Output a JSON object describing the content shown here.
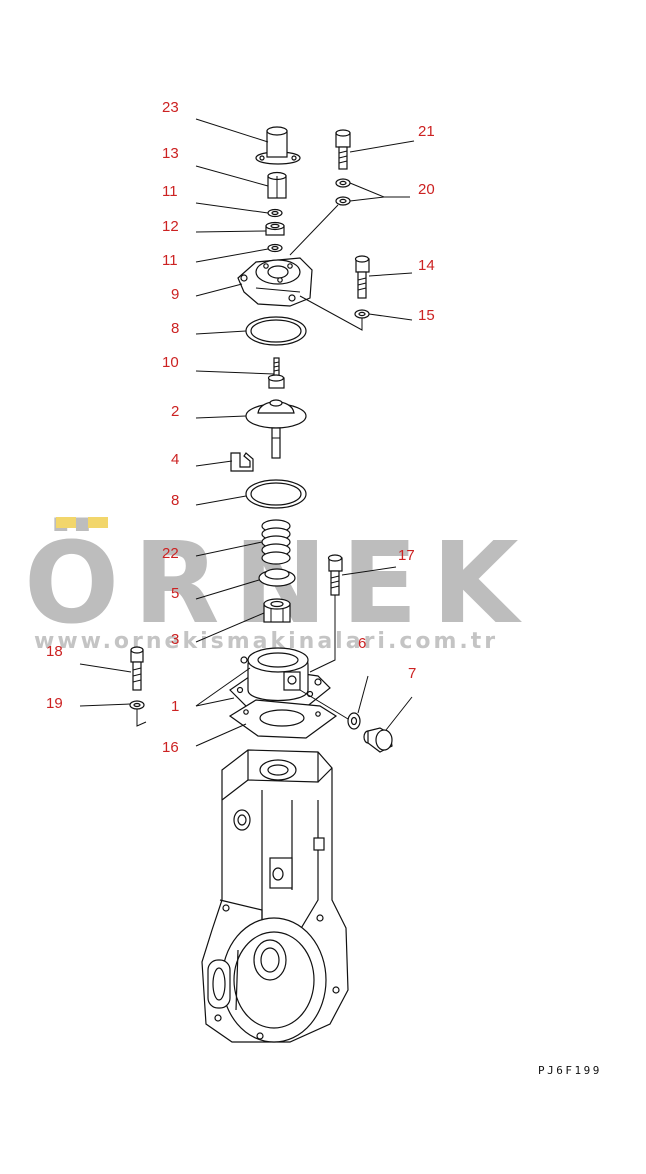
{
  "diagram": {
    "callouts": [
      {
        "id": "23",
        "label": "23"
      },
      {
        "id": "13",
        "label": "13"
      },
      {
        "id": "11a",
        "label": "11"
      },
      {
        "id": "12",
        "label": "12"
      },
      {
        "id": "11b",
        "label": "11"
      },
      {
        "id": "9",
        "label": "9"
      },
      {
        "id": "8a",
        "label": "8"
      },
      {
        "id": "10",
        "label": "10"
      },
      {
        "id": "2",
        "label": "2"
      },
      {
        "id": "4",
        "label": "4"
      },
      {
        "id": "8b",
        "label": "8"
      },
      {
        "id": "22",
        "label": "22"
      },
      {
        "id": "5",
        "label": "5"
      },
      {
        "id": "3",
        "label": "3"
      },
      {
        "id": "18",
        "label": "18"
      },
      {
        "id": "19",
        "label": "19"
      },
      {
        "id": "1",
        "label": "1"
      },
      {
        "id": "16",
        "label": "16"
      },
      {
        "id": "21",
        "label": "21"
      },
      {
        "id": "20",
        "label": "20"
      },
      {
        "id": "14",
        "label": "14"
      },
      {
        "id": "15",
        "label": "15"
      },
      {
        "id": "17",
        "label": "17"
      },
      {
        "id": "6",
        "label": "6"
      },
      {
        "id": "7",
        "label": "7"
      }
    ],
    "drawing_code": "PJ6F199",
    "callout_color": "#cc2222"
  },
  "watermark": {
    "brand": "ÖRNEK",
    "url": "www.ornekismakinalari.com.tr",
    "color": "#bdbdbd",
    "accent": "#f2d66b"
  }
}
